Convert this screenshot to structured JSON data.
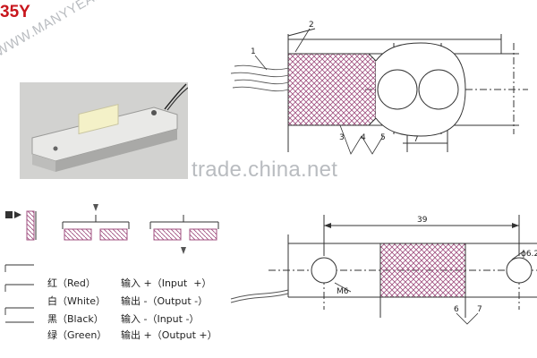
{
  "header": {
    "model": "35Y"
  },
  "watermarks": {
    "brand": "WWW.MANYYEAR.COM",
    "marketplace": "trade.china.net"
  },
  "wiring": [
    {
      "color_name": "红（Red）",
      "function": "输入 +（Input  +）"
    },
    {
      "color_name": "白（White）",
      "function": "输出 -（Output -）"
    },
    {
      "color_name": "黑（Black）",
      "function": "输入 -（Input -）"
    },
    {
      "color_name": "绿（Green）",
      "function": "输出 +（Output +）"
    }
  ],
  "top_view": {
    "callouts": [
      "1",
      "2",
      "3",
      "4",
      "5",
      "7"
    ]
  },
  "bottom_view": {
    "dimension": "39",
    "hole_diameter": "ϕ6.2",
    "thread": "M6",
    "callouts": [
      "6",
      "7"
    ]
  },
  "colors": {
    "title": "#c8161d",
    "hatch": "#a05080",
    "line": "#333333"
  }
}
